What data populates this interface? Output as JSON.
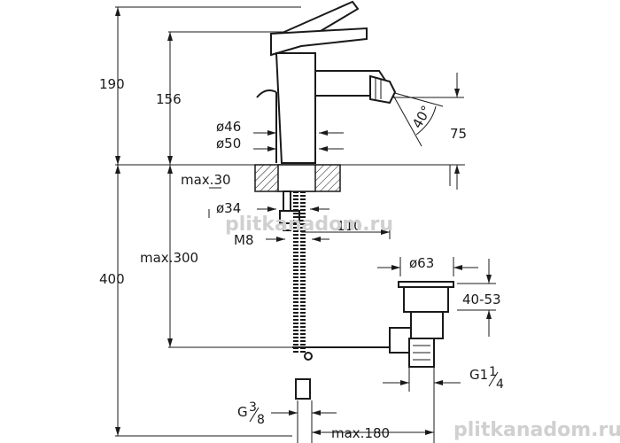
{
  "dimensions": {
    "overall_upper": "190",
    "body_height": "156",
    "diameter_46": "ø46",
    "diameter_50": "ø50",
    "spray_angle": "40°",
    "spray_height": "75",
    "deck_thickness": "max.30",
    "hole_diameter": "ø34",
    "spout_reach": "110",
    "stud_thread": "M8",
    "hose_length": "max.300",
    "overall_lower": "400",
    "waste_diameter": "ø63",
    "waste_range": "40-53",
    "waste_thread_prefix": "G1",
    "waste_thread_fraction_num": "1",
    "waste_thread_fraction_den": "4",
    "supply_thread_prefix": "G",
    "supply_thread_fraction_num": "3",
    "supply_thread_fraction_den": "8",
    "rod_length": "max.180"
  },
  "watermark": {
    "text": "plitkanadom.ru",
    "bottom_text": "plitkanadom.ru"
  }
}
